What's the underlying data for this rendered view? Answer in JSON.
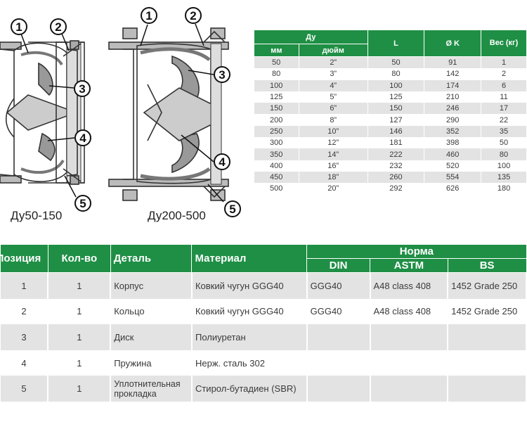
{
  "drawings": {
    "left_caption": "Ду50-150",
    "right_caption": "Ду200-500",
    "callouts": [
      "1",
      "2",
      "3",
      "4",
      "5"
    ]
  },
  "dimensions_table": {
    "header_du": "Ду",
    "header_mm": "мм",
    "header_inch": "дюйм",
    "header_L": "L",
    "header_K": "Ø K",
    "header_weight": "Вес (кг)",
    "rows": [
      [
        "50",
        "2”",
        "50",
        "91",
        "1"
      ],
      [
        "80",
        "3”",
        "80",
        "142",
        "2"
      ],
      [
        "100",
        "4”",
        "100",
        "174",
        "6"
      ],
      [
        "125",
        "5”",
        "125",
        "210",
        "11"
      ],
      [
        "150",
        "6”",
        "150",
        "246",
        "17"
      ],
      [
        "200",
        "8”",
        "127",
        "290",
        "22"
      ],
      [
        "250",
        "10”",
        "146",
        "352",
        "35"
      ],
      [
        "300",
        "12”",
        "181",
        "398",
        "50"
      ],
      [
        "350",
        "14”",
        "222",
        "460",
        "80"
      ],
      [
        "400",
        "16”",
        "232",
        "520",
        "100"
      ],
      [
        "450",
        "18”",
        "260",
        "554",
        "135"
      ],
      [
        "500",
        "20”",
        "292",
        "626",
        "180"
      ]
    ]
  },
  "parts_table": {
    "header_position": "Позиция",
    "header_qty": "Кол-во",
    "header_part": "Деталь",
    "header_material": "Материал",
    "header_norm": "Норма",
    "header_din": "DIN",
    "header_astm": "ASTM",
    "header_bs": "BS",
    "rows": [
      {
        "pos": "1",
        "qty": "1",
        "part": "Корпус",
        "material": "Ковкий чугун GGG40",
        "din": "GGG40",
        "astm": "A48 class 408",
        "bs": "1452 Grade 250"
      },
      {
        "pos": "2",
        "qty": "1",
        "part": "Кольцо",
        "material": "Ковкий чугун GGG40",
        "din": "GGG40",
        "astm": "A48 class 408",
        "bs": "1452 Grade 250"
      },
      {
        "pos": "3",
        "qty": "1",
        "part": "Диск",
        "material": "Полиуретан",
        "din": "",
        "astm": "",
        "bs": ""
      },
      {
        "pos": "4",
        "qty": "1",
        "part": "Пружина",
        "material": "Нерж. сталь 302",
        "din": "",
        "astm": "",
        "bs": ""
      },
      {
        "pos": "5",
        "qty": "1",
        "part": "Уплотнительная прокладка",
        "material": "Стирол-бутадиен (SBR)",
        "din": "",
        "astm": "",
        "bs": ""
      }
    ]
  }
}
